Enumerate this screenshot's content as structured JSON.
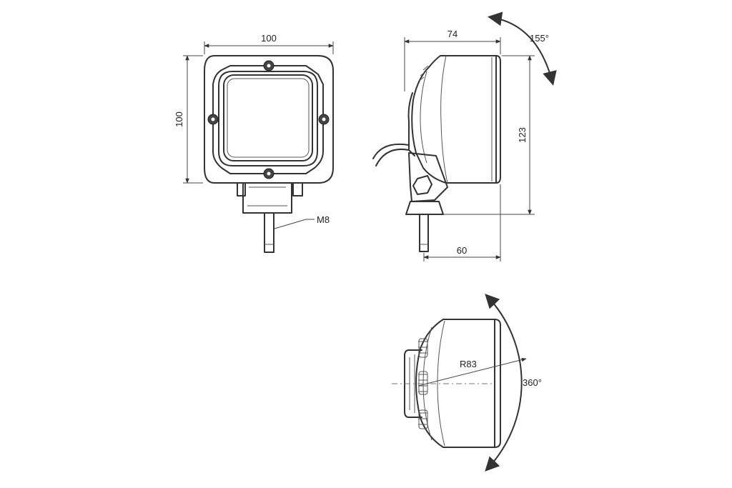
{
  "colors": {
    "line": "#333333",
    "background": "#ffffff"
  },
  "front_view": {
    "width_label": "100",
    "height_label": "100",
    "thread_label": "M8"
  },
  "side_view": {
    "depth_label": "74",
    "height_label": "123",
    "base_label": "60",
    "tilt_angle_label": "155°"
  },
  "top_view": {
    "radius_label": "R83",
    "rotation_label": "360°"
  }
}
